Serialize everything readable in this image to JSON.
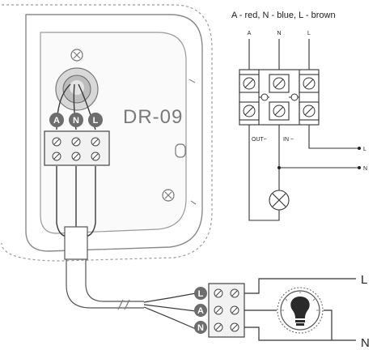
{
  "legend_text": "A - red, N - blue, L - brown",
  "device_model": "DR-09",
  "device_terminals": [
    "A",
    "N",
    "L"
  ],
  "schematic": {
    "top_terminals": [
      "A",
      "N",
      "L"
    ],
    "out_label": "OUT~",
    "in_label": "IN ~",
    "line_labels": [
      "L",
      "N"
    ]
  },
  "load_block": {
    "terminals": [
      "L",
      "A",
      "N"
    ],
    "supply_labels": [
      "L",
      "N"
    ]
  }
}
